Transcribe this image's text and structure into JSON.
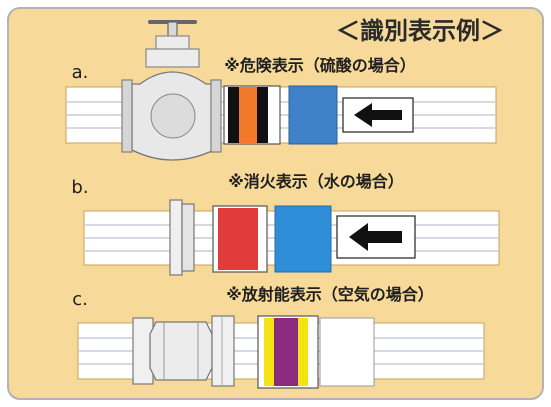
{
  "title": "＜識別表示例＞",
  "examples": [
    {
      "label": "a.",
      "caption": "※危険表示（硫酸の場合）",
      "band_colors": [
        "#111111",
        "#f07a2a",
        "#111111"
      ],
      "color_band": "#3f82c8",
      "arrow_icon": "left-arrow-icon",
      "fitting_icon": "valve-icon"
    },
    {
      "label": "b.",
      "caption": "※消火表示（水の場合）",
      "band_colors": [
        "#e23b3b"
      ],
      "color_band": "#2f8ed8",
      "arrow_icon": "left-arrow-icon",
      "fitting_icon": "flange-icon"
    },
    {
      "label": "c.",
      "caption": "※放射能表示（空気の場合）",
      "band_colors": [
        "#f5e414",
        "#8a2b7e",
        "#f5e414"
      ],
      "color_band": "#ffffff",
      "arrow_icon": "",
      "fitting_icon": "union-nut-icon"
    }
  ],
  "colors": {
    "frame_bg": "#f7d99a",
    "frame_border": "#b3b3b3",
    "pipe_body": "#ffffff",
    "pipe_line": "#c9ccd8",
    "pipe_edge": "#c8a25b"
  }
}
